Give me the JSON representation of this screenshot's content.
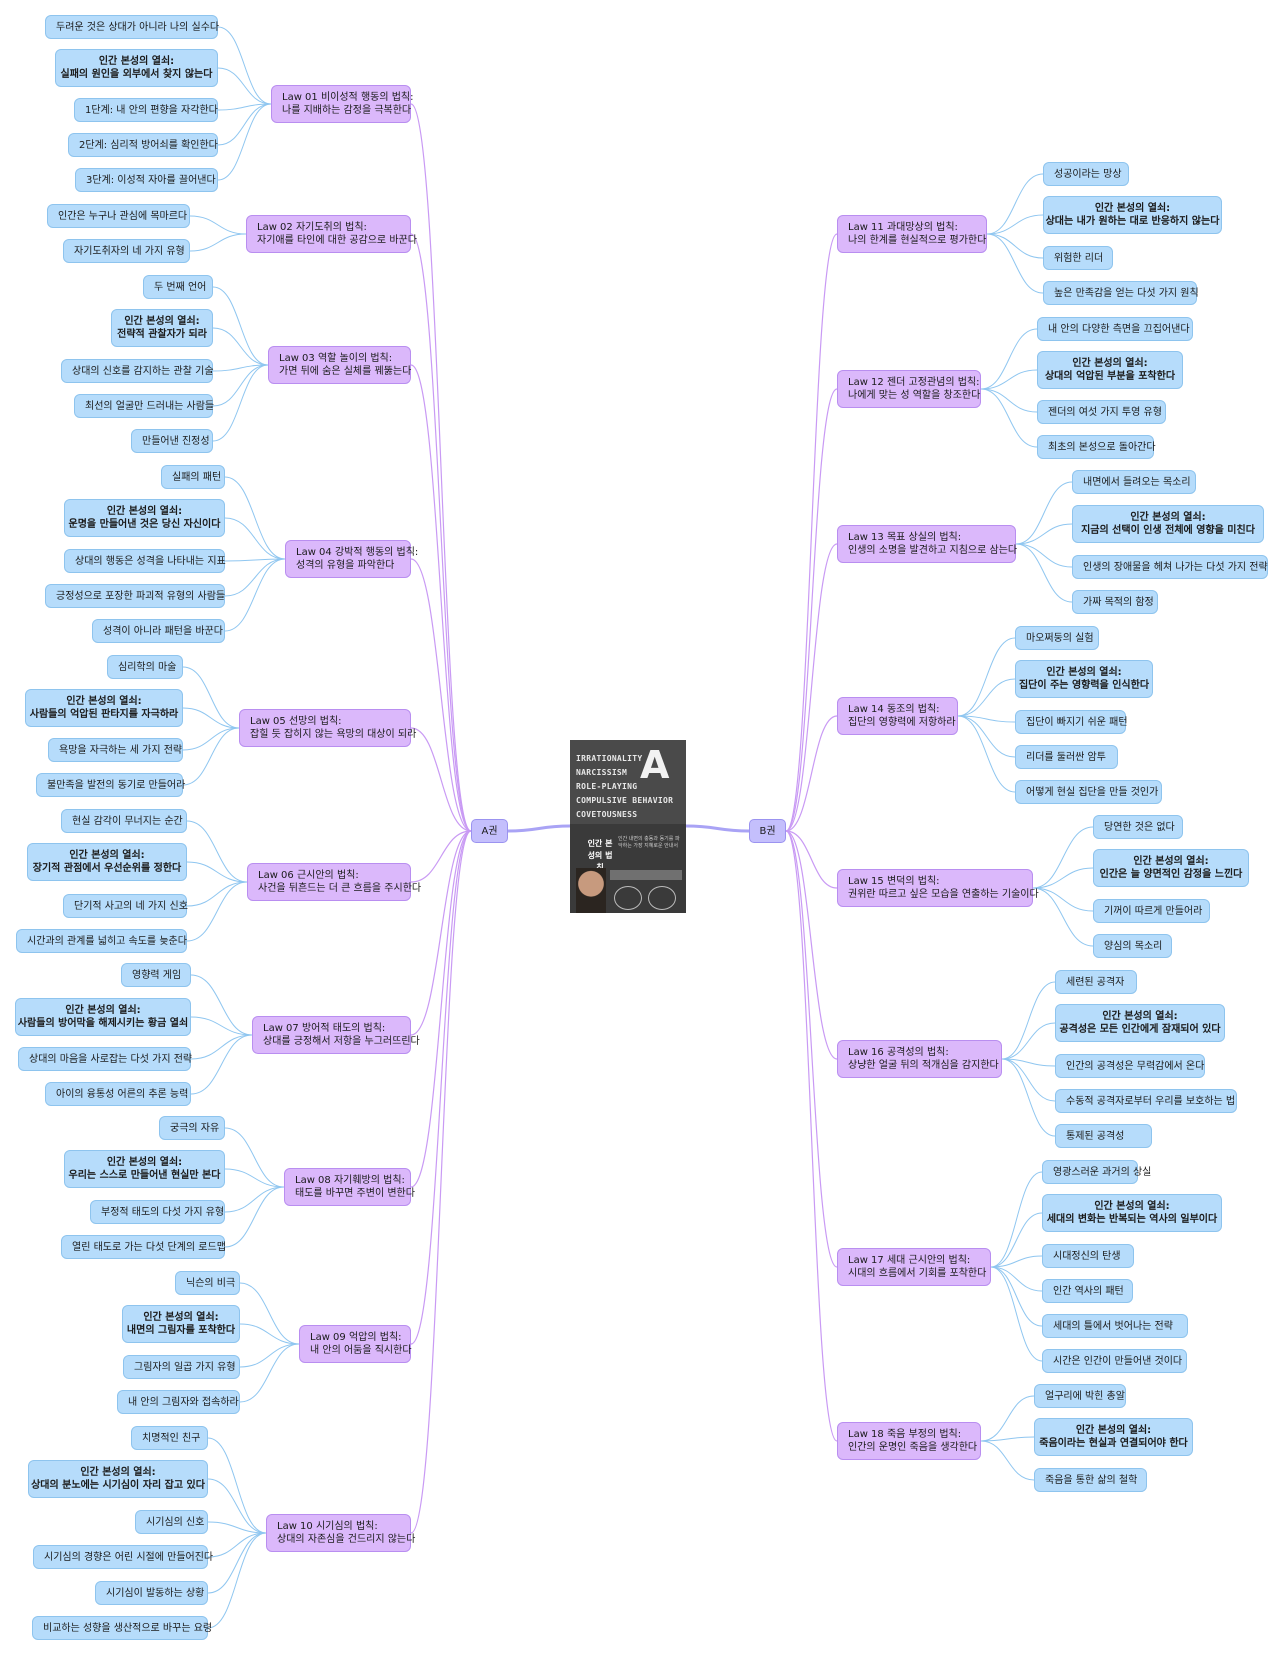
{
  "root": {
    "cover_lines": [
      "IRRATIONALITY",
      "NARCISSISM",
      "ROLE-PLAYING",
      "COMPULSIVE BEHAVIOR",
      "COVETOUSNESS"
    ],
    "cover_letter": "A",
    "cover_title": "인간 본성의 법칙",
    "cover_subtitle": "인간 내면의 충동과 동기를 파악하는 가장 지혜로운 안내서"
  },
  "vol_a": "A권",
  "vol_b": "B권",
  "a_laws": [
    {
      "title": [
        "Law 01 비이성적 행동의 법칙:",
        "나를 지배하는 감정을 극복한다"
      ],
      "items": [
        [
          "두려운 것은 상대가 아니라 나의 실수다"
        ],
        [
          "인간 본성의 열쇠:",
          "실패의 원인을 외부에서 찾지 않는다"
        ],
        [
          "1단계: 내 안의 편향을 자각한다"
        ],
        [
          "2단계: 심리적 방어쇠를 확인한다"
        ],
        [
          "3단계: 이성적 자아를 끌어낸다"
        ]
      ]
    },
    {
      "title": [
        "Law 02 자기도취의 법칙:",
        "자기애를 타인에 대한 공감으로 바꾼다"
      ],
      "items": [
        [
          "인간은 누구나 관심에 목마르다"
        ],
        [
          "자기도취자의 네 가지 유형"
        ]
      ]
    },
    {
      "title": [
        "Law 03 역할 놀이의 법칙:",
        "가면 뒤에 숨은 실체를 꿰뚫는다"
      ],
      "items": [
        [
          "두 번째 언어"
        ],
        [
          "인간 본성의 열쇠:",
          "전략적 관찰자가 되라"
        ],
        [
          "상대의 신호를 감지하는 관찰 기술"
        ],
        [
          "최선의 얼굴만 드러내는 사람들"
        ],
        [
          "만들어낸 진정성"
        ]
      ]
    },
    {
      "title": [
        "Law 04 강박적 행동의 법칙:",
        "성격의 유형을 파악한다"
      ],
      "items": [
        [
          "실패의 패턴"
        ],
        [
          "인간 본성의 열쇠:",
          "운명을 만들어낸 것은 당신 자신이다"
        ],
        [
          "상대의 행동은 성격을 나타내는 지표"
        ],
        [
          "긍정성으로 포장한 파괴적 유형의 사람들"
        ],
        [
          "성격이 아니라 패턴을 바꾼다"
        ]
      ]
    },
    {
      "title": [
        "Law 05 선망의 법칙:",
        "잡힐 듯 잡히지 않는 욕망의 대상이 되라"
      ],
      "items": [
        [
          "심리학의 마술"
        ],
        [
          "인간 본성의 열쇠:",
          "사람들의 억압된 판타지를 자극하라"
        ],
        [
          "욕망을 자극하는 세 가지 전략"
        ],
        [
          "불만족을 발전의 동기로 만들어라"
        ]
      ]
    },
    {
      "title": [
        "Law 06 근시안의 법칙:",
        "사건을 뒤흔드는 더 큰 흐름을 주시한다"
      ],
      "items": [
        [
          "현실 감각이 무너지는 순간"
        ],
        [
          "인간 본성의 열쇠:",
          "장기적 관점에서 우선순위를 정한다"
        ],
        [
          "단기적 사고의 네 가지 신호"
        ],
        [
          "시간과의 관계를 넓히고 속도를 늦춘다"
        ]
      ]
    },
    {
      "title": [
        "Law 07 방어적 태도의 법칙:",
        "상대를 긍정해서 저항을 누그러뜨린다"
      ],
      "items": [
        [
          "영향력 게임"
        ],
        [
          "인간 본성의 열쇠:",
          "사람들의 방어막을 해제시키는 황금 열쇠"
        ],
        [
          "상대의 마음을 사로잡는 다섯 가지 전략"
        ],
        [
          "아이의 융통성 어른의 추론 능력"
        ]
      ]
    },
    {
      "title": [
        "Law 08 자기훼방의 법칙:",
        "태도를 바꾸면 주변이 변한다"
      ],
      "items": [
        [
          "궁극의 자유"
        ],
        [
          "인간 본성의 열쇠:",
          "우리는 스스로 만들어낸 현실만 본다"
        ],
        [
          "부정적 태도의 다섯 가지 유형"
        ],
        [
          "열린 태도로 가는 다섯 단계의 로드맵"
        ]
      ]
    },
    {
      "title": [
        "Law 09 억압의 법칙:",
        "내 안의 어둠을 직시한다"
      ],
      "items": [
        [
          "닉슨의 비극"
        ],
        [
          "인간 본성의 열쇠:",
          "내면의 그림자를 포착한다"
        ],
        [
          "그림자의 일곱 가지 유형"
        ],
        [
          "내 안의 그림자와 접속하라"
        ]
      ]
    },
    {
      "title": [
        "Law 10 시기심의 법칙:",
        "상대의 자존심을 건드리지 않는다"
      ],
      "items": [
        [
          "치명적인 친구"
        ],
        [
          "인간 본성의 열쇠:",
          "상대의 분노에는 시기심이 자리 잡고 있다"
        ],
        [
          "시기심의 신호"
        ],
        [
          "시기심의 경향은 어린 시절에 만들어진다"
        ],
        [
          "시기심이 발동하는 상황"
        ],
        [
          "비교하는 성향을 생산적으로 바꾸는 요령"
        ]
      ]
    }
  ],
  "b_laws": [
    {
      "title": [
        "Law 11 과대망상의 법칙:",
        "나의 한계를 현실적으로 평가한다"
      ],
      "items": [
        [
          "성공이라는 망상"
        ],
        [
          "인간 본성의 열쇠:",
          "상대는 내가 원하는 대로 반응하지 않는다"
        ],
        [
          "위험한 리더"
        ],
        [
          "높은 만족감을 얻는 다섯 가지 원칙"
        ]
      ]
    },
    {
      "title": [
        "Law 12 젠더 고정관념의 법칙:",
        "나에게 맞는 성 역할을 창조한다"
      ],
      "items": [
        [
          "내 안의 다양한 측면을 끄집어낸다"
        ],
        [
          "인간 본성의 열쇠:",
          "상대의 억압된 부분을 포착한다"
        ],
        [
          "젠더의 여섯 가지 투영 유형"
        ],
        [
          "최초의 본성으로 돌아간다"
        ]
      ]
    },
    {
      "title": [
        "Law 13 목표 상실의 법칙:",
        "인생의 소명을 발견하고 지침으로 삼는다"
      ],
      "items": [
        [
          "내면에서 들려오는 목소리"
        ],
        [
          "인간 본성의 열쇠:",
          "지금의 선택이 인생 전체에 영향을 미친다"
        ],
        [
          "인생의 장애물을 헤쳐 나가는 다섯 가지 전략"
        ],
        [
          "가짜 목적의 함정"
        ]
      ]
    },
    {
      "title": [
        "Law 14 동조의 법칙:",
        "집단의 영향력에 저항하라"
      ],
      "items": [
        [
          "마오쩌둥의 실험"
        ],
        [
          "인간 본성의 열쇠:",
          "집단이 주는 영향력을 인식한다"
        ],
        [
          "집단이 빠지기 쉬운 패턴"
        ],
        [
          "리더를 둘러싼 암투"
        ],
        [
          "어떻게 현실 집단을 만들 것인가"
        ]
      ]
    },
    {
      "title": [
        "Law 15 변덕의 법칙:",
        "권위란 따르고 싶은 모습을 연출하는 기술이다"
      ],
      "items": [
        [
          "당연한 것은 없다"
        ],
        [
          "인간 본성의 열쇠:",
          "인간은 늘 양면적인 감정을 느낀다"
        ],
        [
          "기꺼이 따르게 만들어라"
        ],
        [
          "양심의 목소리"
        ]
      ]
    },
    {
      "title": [
        "Law 16 공격성의 법칙:",
        "상냥한 얼굴 뒤의 적개심을 감지한다"
      ],
      "items": [
        [
          "세련된 공격자"
        ],
        [
          "인간 본성의 열쇠:",
          "공격성은 모든 인간에게 잠재되어 있다"
        ],
        [
          "인간의 공격성은 무력감에서 온다"
        ],
        [
          "수동적 공격자로부터 우리를 보호하는 법"
        ],
        [
          "통제된 공격성"
        ]
      ]
    },
    {
      "title": [
        "Law 17 세대 근시안의 법칙:",
        "시대의 흐름에서 기회를 포착한다"
      ],
      "items": [
        [
          "영광스러운 과거의 상실"
        ],
        [
          "인간 본성의 열쇠:",
          "세대의 변화는 반복되는 역사의 일부이다"
        ],
        [
          "시대정신의 탄생"
        ],
        [
          "인간 역사의 패턴"
        ],
        [
          "세대의 틀에서 벗어나는 전략"
        ],
        [
          "시간은 인간이 만들어낸 것이다"
        ]
      ]
    },
    {
      "title": [
        "Law 18 죽음 부정의 법칙:",
        "인간의 운명인 죽음을 생각한다"
      ],
      "items": [
        [
          "얼구리에 박힌 총알"
        ],
        [
          "인간 본성의 열쇠:",
          "죽음이라는 현실과 연결되어야 한다"
        ],
        [
          "죽음을 통한 삶의 철학"
        ]
      ]
    }
  ],
  "colors": {
    "vol_fill": "#c4bffc",
    "law_fill": "#dbb8fb",
    "leaf_fill": "#b6dcfb",
    "edge_vol": "#a9a3f5",
    "edge_law": "#c99af4",
    "edge_leaf": "#8fc6f0"
  }
}
